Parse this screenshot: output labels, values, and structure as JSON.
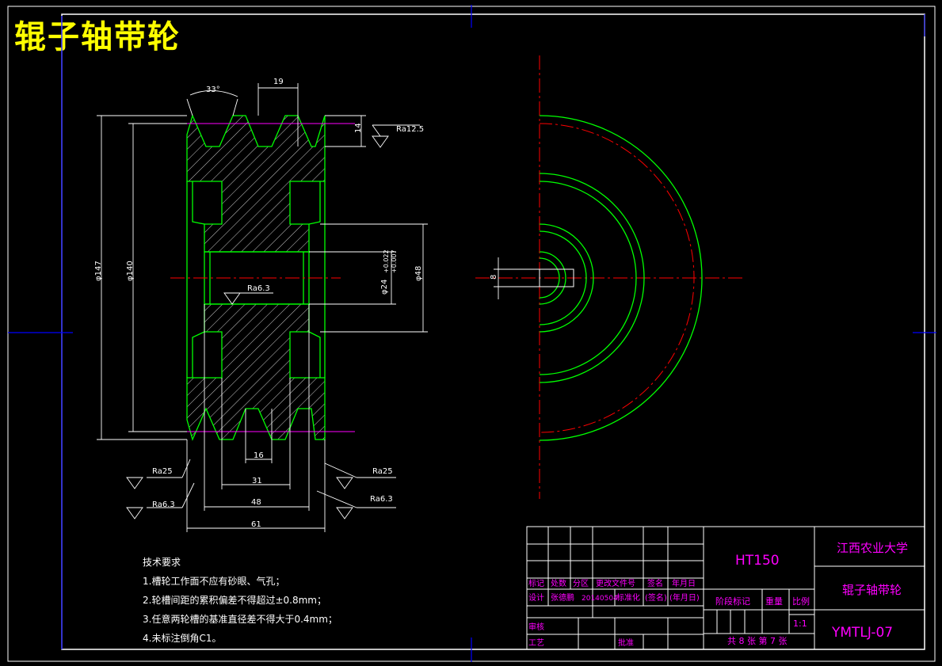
{
  "drawing_title": "辊子轴带轮",
  "dimensions": {
    "angle": "33°",
    "top_width": "19",
    "groove_depth": "14",
    "ra_top": "Ra12.5",
    "dia_outer": "φ147",
    "dia_pitch": "φ140",
    "bore": "φ24",
    "bore_tol_upper": "+0.022",
    "bore_tol_lower": "+0.007",
    "hub_dia": "φ48",
    "ra_bore": "Ra6.3",
    "w16": "16",
    "w31": "31",
    "w48": "48",
    "w61": "61",
    "ra25_left": "Ra25",
    "ra63_left": "Ra6.3",
    "ra25_right": "Ra25",
    "ra63_right": "Ra6.3",
    "key_width": "8"
  },
  "tech_requirements": {
    "heading": "技术要求",
    "items": [
      "1.槽轮工作面不应有砂眼、气孔；",
      "2.轮槽间距的累积偏差不得超过±0.8mm；",
      "3.任意两轮槽的基准直径差不得大于0.4mm；",
      "4.未标注倒角C1。"
    ]
  },
  "title_block": {
    "material": "HT150",
    "school": "江西农业大学",
    "part_name": "辊子轴带轮",
    "drawing_no": "YMTLJ-07",
    "h_mark": "标记",
    "h_count": "处数",
    "h_zone": "分区",
    "h_doc": "更改文件号",
    "h_sign": "签名",
    "h_date": "年月日",
    "design_label": "设计",
    "designer": "张德鹏",
    "design_date": "20140504",
    "std_label": "标准化",
    "std_sign": "(签名)",
    "std_date": "(年月日)",
    "stage_label": "阶段标记",
    "weight_label": "重量",
    "scale_label": "比例",
    "scale_value": "1:1",
    "check_label": "审核",
    "process_label": "工艺",
    "approve_label": "批准",
    "sheet_text": "共 8 张  第 7 张"
  },
  "colors": {
    "title": "#ffff00",
    "outline": "#00ff00",
    "dimension": "#ffffff",
    "centerline": "#ff0000",
    "frame_outer": "#0000ff",
    "title_block_text": "#ff00ff"
  }
}
